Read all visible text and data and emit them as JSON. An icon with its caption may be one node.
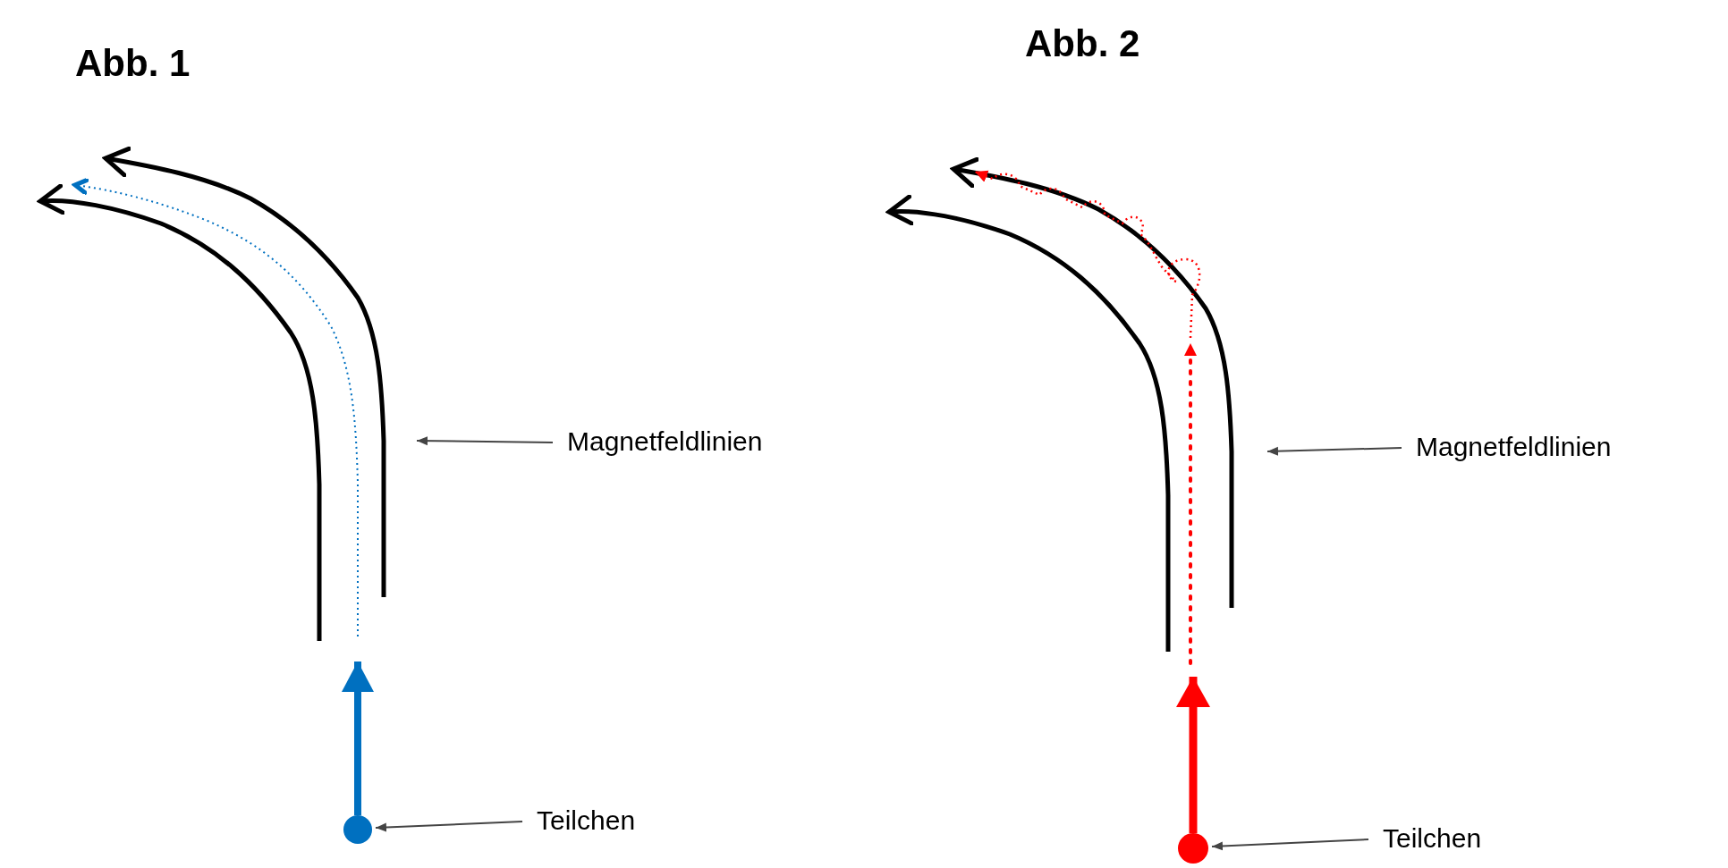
{
  "diagram": {
    "nodes": [
      {
        "text": [
          "Magnetfeldlinien"
        ]
      },
      {
        "text": [
          "Teilchen"
        ]
      },
      {
        "text": [],
        "shape": "circle"
      },
      {
        "text": [
          "Magnetfeldlinien"
        ]
      },
      {
        "text": [
          "Teilchen"
        ]
      },
      {
        "text": [],
        "shape": "circle"
      }
    ],
    "edges": [
      {
        "from": 0,
        "to": null,
        "arrow": "to"
      },
      {
        "from": 1,
        "to": 2,
        "arrow": "to"
      },
      {
        "from": 3,
        "to": null,
        "arrow": "to"
      },
      {
        "from": 4,
        "to": 5,
        "arrow": "to"
      }
    ],
    "labels": [
      "Abb. 1",
      "Abb. 2"
    ]
  }
}
